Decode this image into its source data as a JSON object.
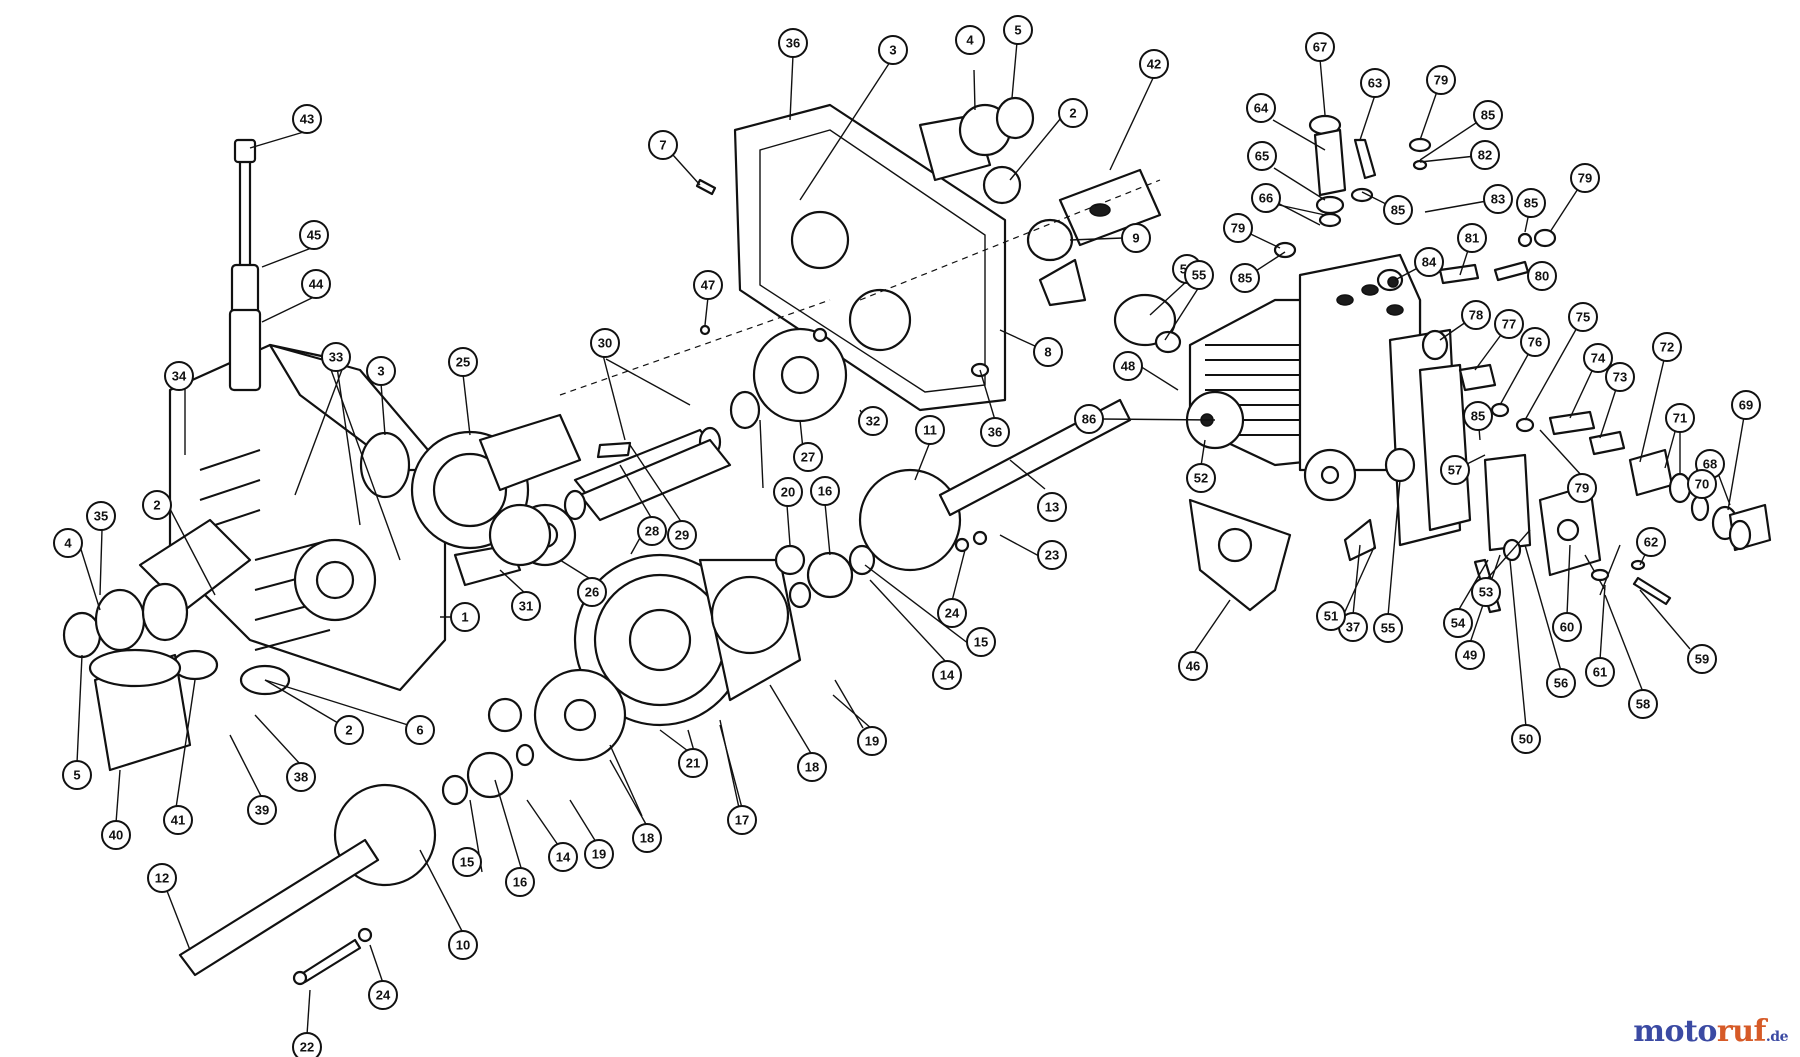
{
  "callouts": [
    "1",
    "2",
    "3",
    "4",
    "5",
    "6",
    "7",
    "8",
    "9",
    "10",
    "11",
    "12",
    "13",
    "14",
    "15",
    "16",
    "17",
    "18",
    "19",
    "20",
    "21",
    "22",
    "23",
    "24",
    "25",
    "26",
    "27",
    "28",
    "29",
    "30",
    "31",
    "32",
    "33",
    "34",
    "35",
    "36",
    "37",
    "38",
    "39",
    "40",
    "41",
    "42",
    "43",
    "44",
    "45",
    "46",
    "47",
    "48",
    "49",
    "50",
    "51",
    "52",
    "53",
    "54",
    "55",
    "56",
    "57",
    "58",
    "59",
    "60",
    "61",
    "62",
    "63",
    "64",
    "65",
    "66",
    "67",
    "68",
    "69",
    "70",
    "71",
    "72",
    "73",
    "74",
    "75",
    "76",
    "77",
    "78",
    "79",
    "80",
    "81",
    "82",
    "83",
    "84",
    "85",
    "86"
  ],
  "watermark": {
    "brand_a": "moto",
    "brand_b": "ruf",
    "suffix": ".de"
  },
  "colors": {
    "brand_blue": "#3b4aa3",
    "brand_orange": "#d65a27",
    "ink": "#111111"
  }
}
